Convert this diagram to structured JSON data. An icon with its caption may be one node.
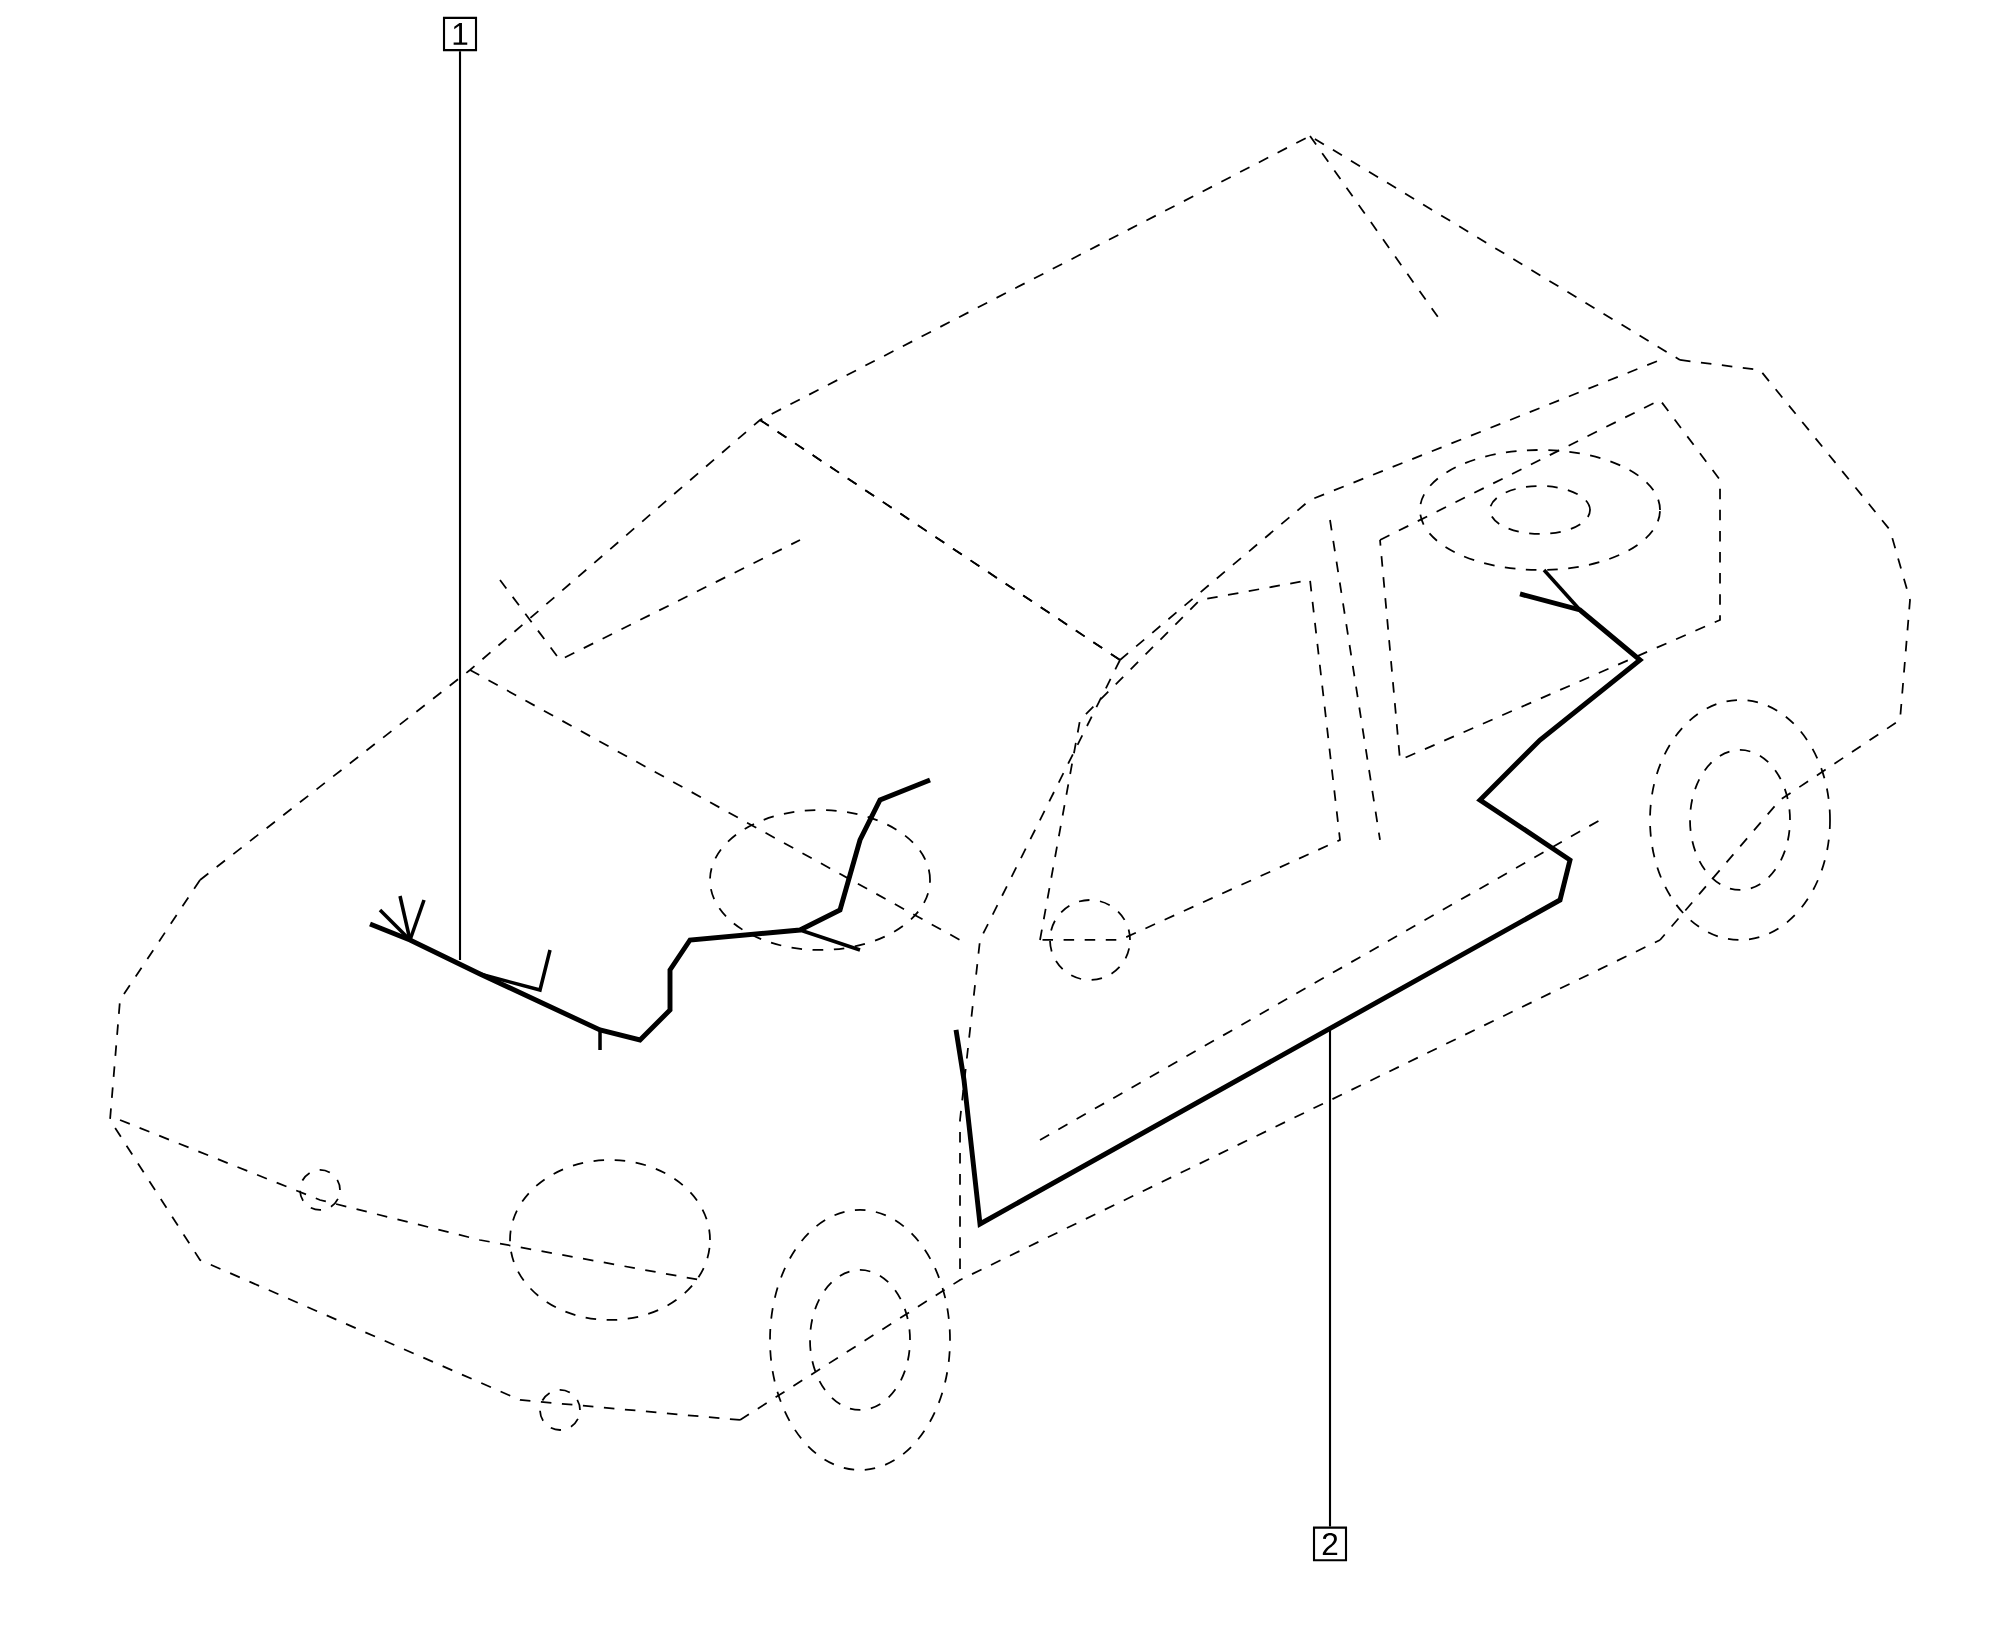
{
  "diagram": {
    "nodes": [
      {
        "text": [
          "1"
        ]
      },
      {
        "text": [],
        "shape": "picture"
      },
      {
        "text": [
          "2"
        ]
      },
      {
        "text": [],
        "shape": "picture"
      }
    ],
    "edges": [
      {
        "from": 0,
        "to": 1,
        "arrow": "none"
      },
      {
        "from": 2,
        "to": 3,
        "arrow": "none"
      }
    ]
  }
}
